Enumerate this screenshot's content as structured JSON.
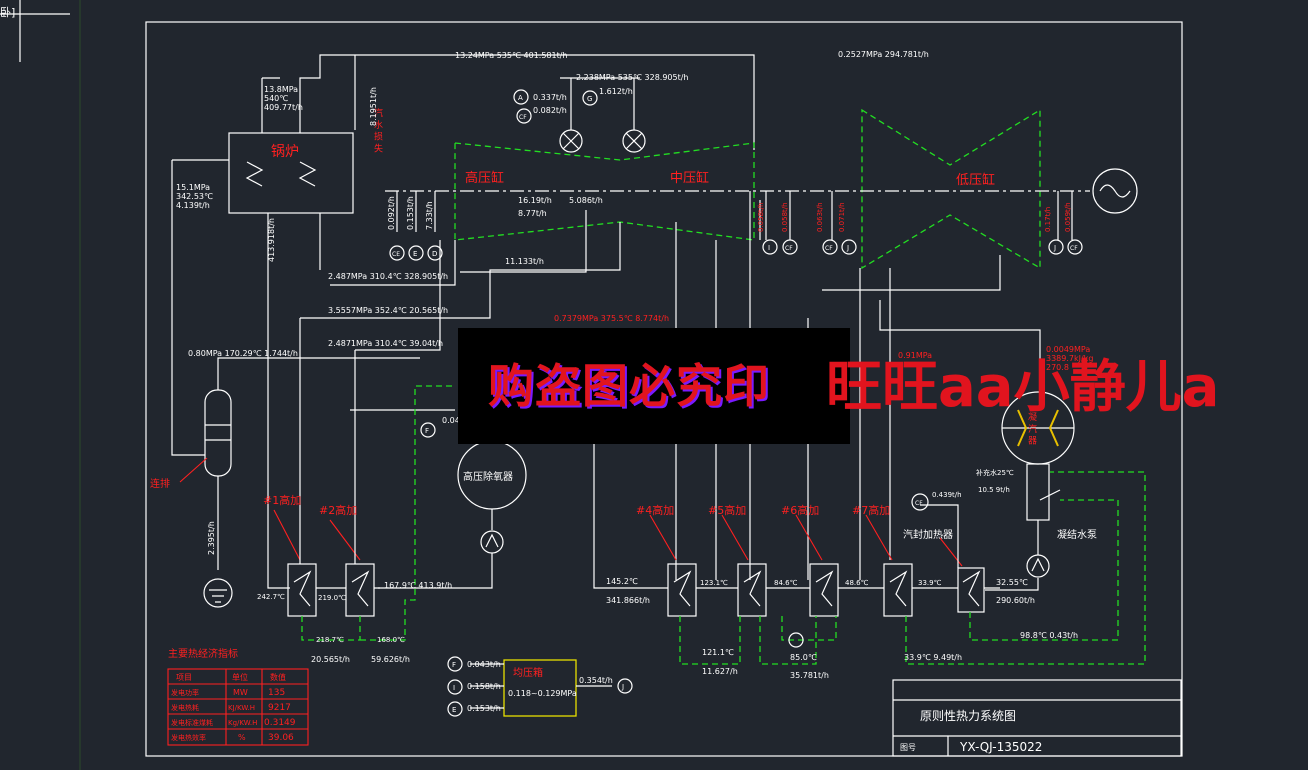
{
  "corner_tab": "卧]",
  "watermark": {
    "main": "购盗图必究印",
    "side": "旺旺aa小静儿a"
  },
  "equipment": {
    "boiler": "锅炉",
    "hp_cylinder": "高压缸",
    "ip_cylinder": "中压缸",
    "lp_cylinder": "低压缸",
    "steam_pump": "汽 水 损 失",
    "deaerator": "高压除氧器",
    "condenser": "凝 汽 器",
    "blowdown": "连排",
    "h1": "#1高加",
    "h2": "#2高加",
    "h4": "#4高加",
    "h5": "#5高加",
    "h6": "#6高加",
    "h7": "#7高加",
    "gland_heater": "汽封加热器",
    "cond_pump": "凝结水泵",
    "balance_box": "均压箱"
  },
  "labels": {
    "main_steam": "13.24MPa 535℃ 401.581t/h",
    "reheat": "2.238MPa 535℃ 328.905t/h",
    "lp_crossover": "0.2527MPa 294.781t/h",
    "boiler_out_1": "13.8MPa",
    "boiler_out_2": "540℃",
    "boiler_out_3": "409.77t/h",
    "drum_1": "15.1MPa",
    "drum_2": "342.53℃",
    "drum_3": "4.139t/h",
    "fw_flow": "413.918t/h",
    "loss": "8.1951t/h",
    "a_flow": "0.337t/h",
    "cf_flow": "0.082t/h",
    "g_flow": "1.612t/h",
    "hp_ext1": "16.19t/h",
    "hp_ext2": "8.77t/h",
    "hp_ext3": "5.086t/h",
    "leak_1": "0.092t/h",
    "leak_2": "0.153t/h",
    "leak_3": "7.33t/h",
    "cold_reheat": "2.487MPa 310.4℃ 328.905t/h",
    "ip_leak": "11.133t/h",
    "ext1": "3.5557MPa 352.4℃ 20.565t/h",
    "ext2": "2.4871MPa 310.4℃ 39.04t/h",
    "ext3": "0.7379MPa 375.5℃ 8.774t/h",
    "blowdown_p": "0.80MPa 170.29℃ 1.744t/h",
    "f_flow": "0.04",
    "blow_flow": "2.395t/h",
    "h1_in": "242.7℃",
    "h1_out": "219.0℃",
    "h2_out": "167.9℃ 413.9t/h",
    "h1_drain": "218.7℃",
    "h2_drain": "168.0℃",
    "h1_dflow": "20.565t/h",
    "h2_dflow": "59.626t/h",
    "h4_in": "145.2℃",
    "cond_flow": "341.866t/h",
    "h5_t": "123.1℃",
    "h6_t": "84.6℃",
    "h7_t": "48.6℃",
    "gh_t": "33.9℃",
    "gh_out": "32.55℃",
    "cond_out": "290.60t/h",
    "h4_drain": "121.1℃",
    "h4_dflow": "11.627/h",
    "h6_drain": "85.0℃",
    "h6_dflow": "35.781t/h",
    "h7_drain": "33.9℃  9.49t/h",
    "gh_drain": "98.8℃  0.43t/h",
    "cf_gland": "0.439t/h",
    "makeup": "补充水25℃",
    "makeup2": "10.5 9t/h",
    "lp_exh_1": "0.0049MPa",
    "lp_exh_2": "3389.7kJ/kg",
    "lp_exh_3": "270.8",
    "lp_ext_a": "0.91MPa",
    "bal_f": "0.043t/h",
    "bal_i": "0.158t/h",
    "bal_e": "0.153t/h",
    "bal_out": "0.354t/h",
    "bal_p": "0.118~0.129MPa"
  },
  "red_ext": [
    "0.058t/h",
    "0.058t/h",
    "0.063t/h",
    "0.071t/h",
    "0.17t/h",
    "0.059t/h"
  ],
  "circles": {
    "A": "A",
    "CF": "CF",
    "G": "G",
    "CE": "CE",
    "E": "E",
    "D": "D",
    "I": "I",
    "J": "J",
    "F": "F"
  },
  "kpi_table": {
    "title": "主要热经济指标",
    "headers": [
      "项目",
      "单位",
      "数值"
    ],
    "rows": [
      [
        "发电功率",
        "MW",
        "135"
      ],
      [
        "发电热耗",
        "KJ/KW.H",
        "9217"
      ],
      [
        "发电标准煤耗",
        "Kg/KW.H",
        "0.3149"
      ],
      [
        "发电热效率",
        "%",
        "39.06"
      ]
    ]
  },
  "title_block": {
    "name": "原则性热力系统图",
    "no_label": "图号",
    "no": "YX-QJ-135022"
  },
  "colors": {
    "bg": "#21262e",
    "line": "#ffffff",
    "steam_dash": "#22dd22",
    "red": "#ff2020"
  }
}
